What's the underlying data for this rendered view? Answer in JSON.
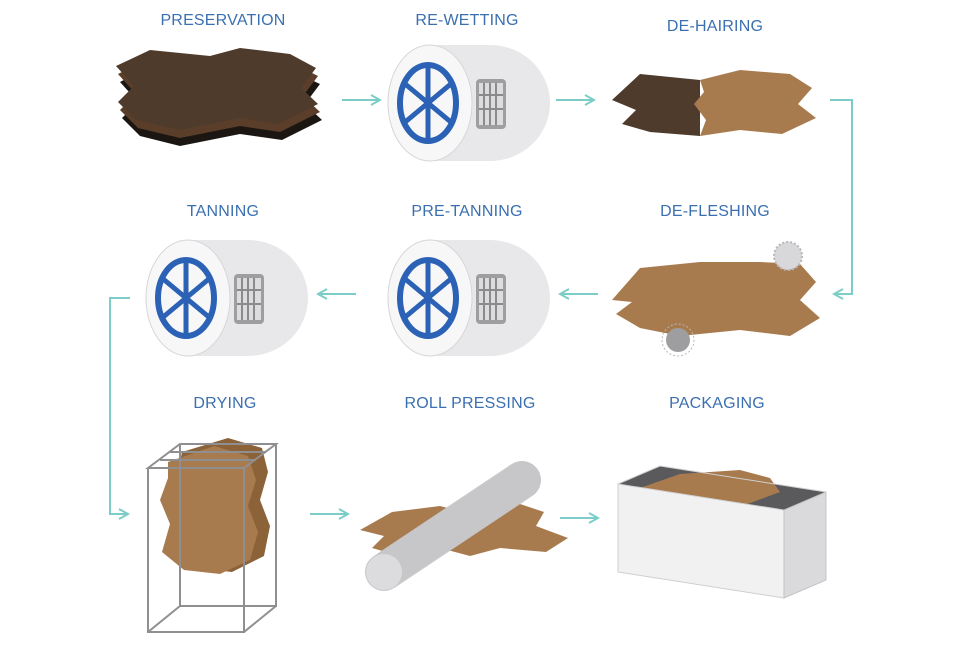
{
  "steps": [
    {
      "label": "PRESERVATION"
    },
    {
      "label": "RE-WETTING"
    },
    {
      "label": "DE-HAIRING"
    },
    {
      "label": "DE-FLESHING"
    },
    {
      "label": "PRE-TANNING"
    },
    {
      "label": "TANNING"
    },
    {
      "label": "DRYING"
    },
    {
      "label": "ROLL PRESSING"
    },
    {
      "label": "PACKAGING"
    }
  ],
  "colors": {
    "label": "#3a6fb0",
    "arrow": "#7ccdc8",
    "hide_tan": "#a87b4f",
    "hide_tan_dark": "#8c6238",
    "hide_dark": "#4e3b2c",
    "hide_black": "#1c1612",
    "drum_blue": "#2c62b5",
    "drum_body": "#e8e8ea",
    "metal": "#bdbdbf"
  }
}
